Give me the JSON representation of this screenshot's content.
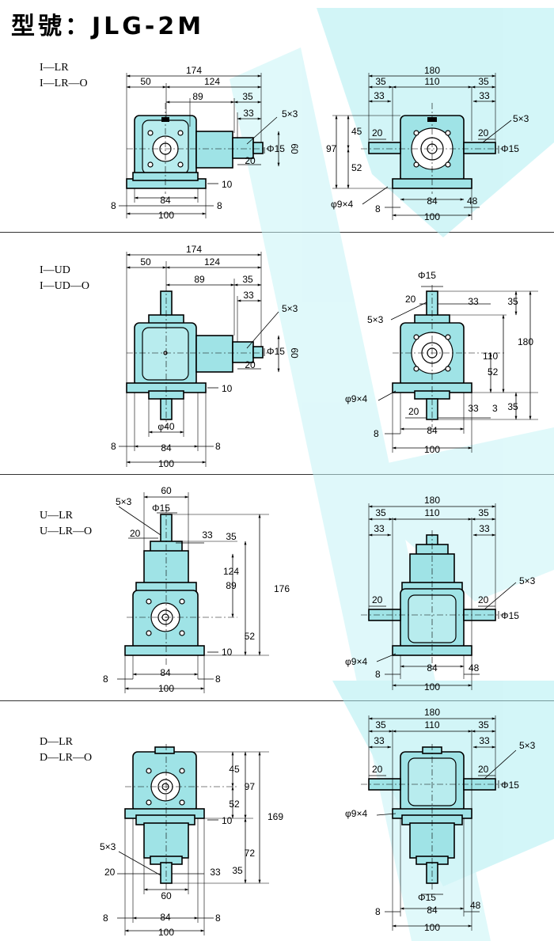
{
  "header": {
    "title": "型號：JLG-2M"
  },
  "watermark": {
    "color": "#aeeef2"
  },
  "colors": {
    "housing": "#9fe3e6",
    "line": "#000000"
  },
  "sections": [
    {
      "codes": [
        "I—LR",
        "I—LR—O"
      ]
    },
    {
      "codes": [
        "I—UD",
        "I—UD—O"
      ]
    },
    {
      "codes": [
        "U—LR",
        "U—LR—O"
      ]
    },
    {
      "codes": [
        "D—LR",
        "D—LR—O"
      ]
    }
  ],
  "dims": {
    "s1": {
      "left": [
        "174",
        "50",
        "124",
        "89",
        "35",
        "33",
        "5×3",
        "Φ15",
        "60",
        "20",
        "10",
        "84",
        "8",
        "100",
        "8"
      ],
      "right": [
        "180",
        "35",
        "110",
        "35",
        "33",
        "33",
        "45",
        "97",
        "52",
        "20",
        "20",
        "5×3",
        "Φ15",
        "φ9×4",
        "8",
        "84",
        "48",
        "100"
      ]
    },
    "s2": {
      "left": [
        "174",
        "50",
        "124",
        "89",
        "35",
        "33",
        "5×3",
        "Φ15",
        "60",
        "20",
        "10",
        "φ40",
        "84",
        "8",
        "100",
        "8"
      ],
      "right": [
        "Φ15",
        "20",
        "33",
        "35",
        "5×3",
        "180",
        "110",
        "52",
        "φ9×4",
        "20",
        "33",
        "3",
        "35",
        "84",
        "8",
        "100"
      ]
    },
    "s3": {
      "left": [
        "60",
        "5×3",
        "Φ15",
        "20",
        "33",
        "35",
        "124",
        "89",
        "176",
        "52",
        "10",
        "84",
        "8",
        "100",
        "8"
      ],
      "right": [
        "180",
        "35",
        "110",
        "35",
        "33",
        "33",
        "5×3",
        "20",
        "20",
        "Φ15",
        "φ9×4",
        "84",
        "48",
        "8",
        "100"
      ]
    },
    "s4": {
      "left": [
        "45",
        "97",
        "169",
        "52",
        "10",
        "72",
        "5×3",
        "20",
        "33",
        "35",
        "60",
        "8",
        "84",
        "8",
        "100"
      ],
      "right": [
        "180",
        "35",
        "110",
        "35",
        "33",
        "33",
        "5×3",
        "20",
        "20",
        "Φ15",
        "φ9×4",
        "Φ15",
        "8",
        "84",
        "48",
        "100"
      ]
    }
  }
}
